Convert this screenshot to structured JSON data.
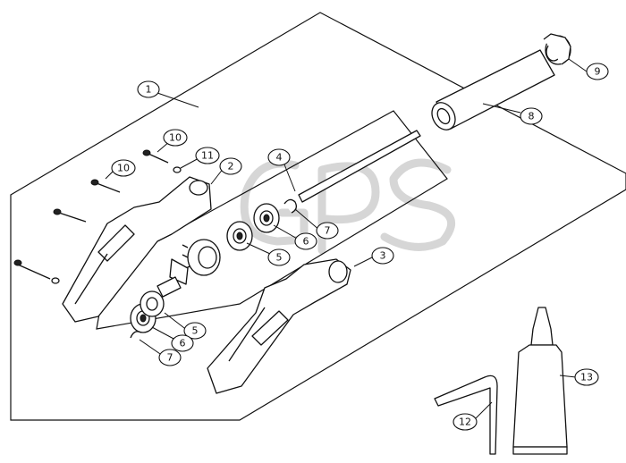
{
  "callouts": [
    {
      "id": "c1",
      "label": "1"
    },
    {
      "id": "c2",
      "label": "2"
    },
    {
      "id": "c3",
      "label": "3"
    },
    {
      "id": "c4",
      "label": "4"
    },
    {
      "id": "c5a",
      "label": "5"
    },
    {
      "id": "c5b",
      "label": "5"
    },
    {
      "id": "c6a",
      "label": "6"
    },
    {
      "id": "c6b",
      "label": "6"
    },
    {
      "id": "c7a",
      "label": "7"
    },
    {
      "id": "c7b",
      "label": "7"
    },
    {
      "id": "c8",
      "label": "8"
    },
    {
      "id": "c9",
      "label": "9"
    },
    {
      "id": "c10a",
      "label": "10"
    },
    {
      "id": "c10b",
      "label": "10"
    },
    {
      "id": "c11",
      "label": "11"
    },
    {
      "id": "c12",
      "label": "12"
    },
    {
      "id": "c13",
      "label": "13"
    }
  ],
  "colors": {
    "line": "#111111",
    "background": "#ffffff",
    "watermark": "#d6d6d6"
  }
}
